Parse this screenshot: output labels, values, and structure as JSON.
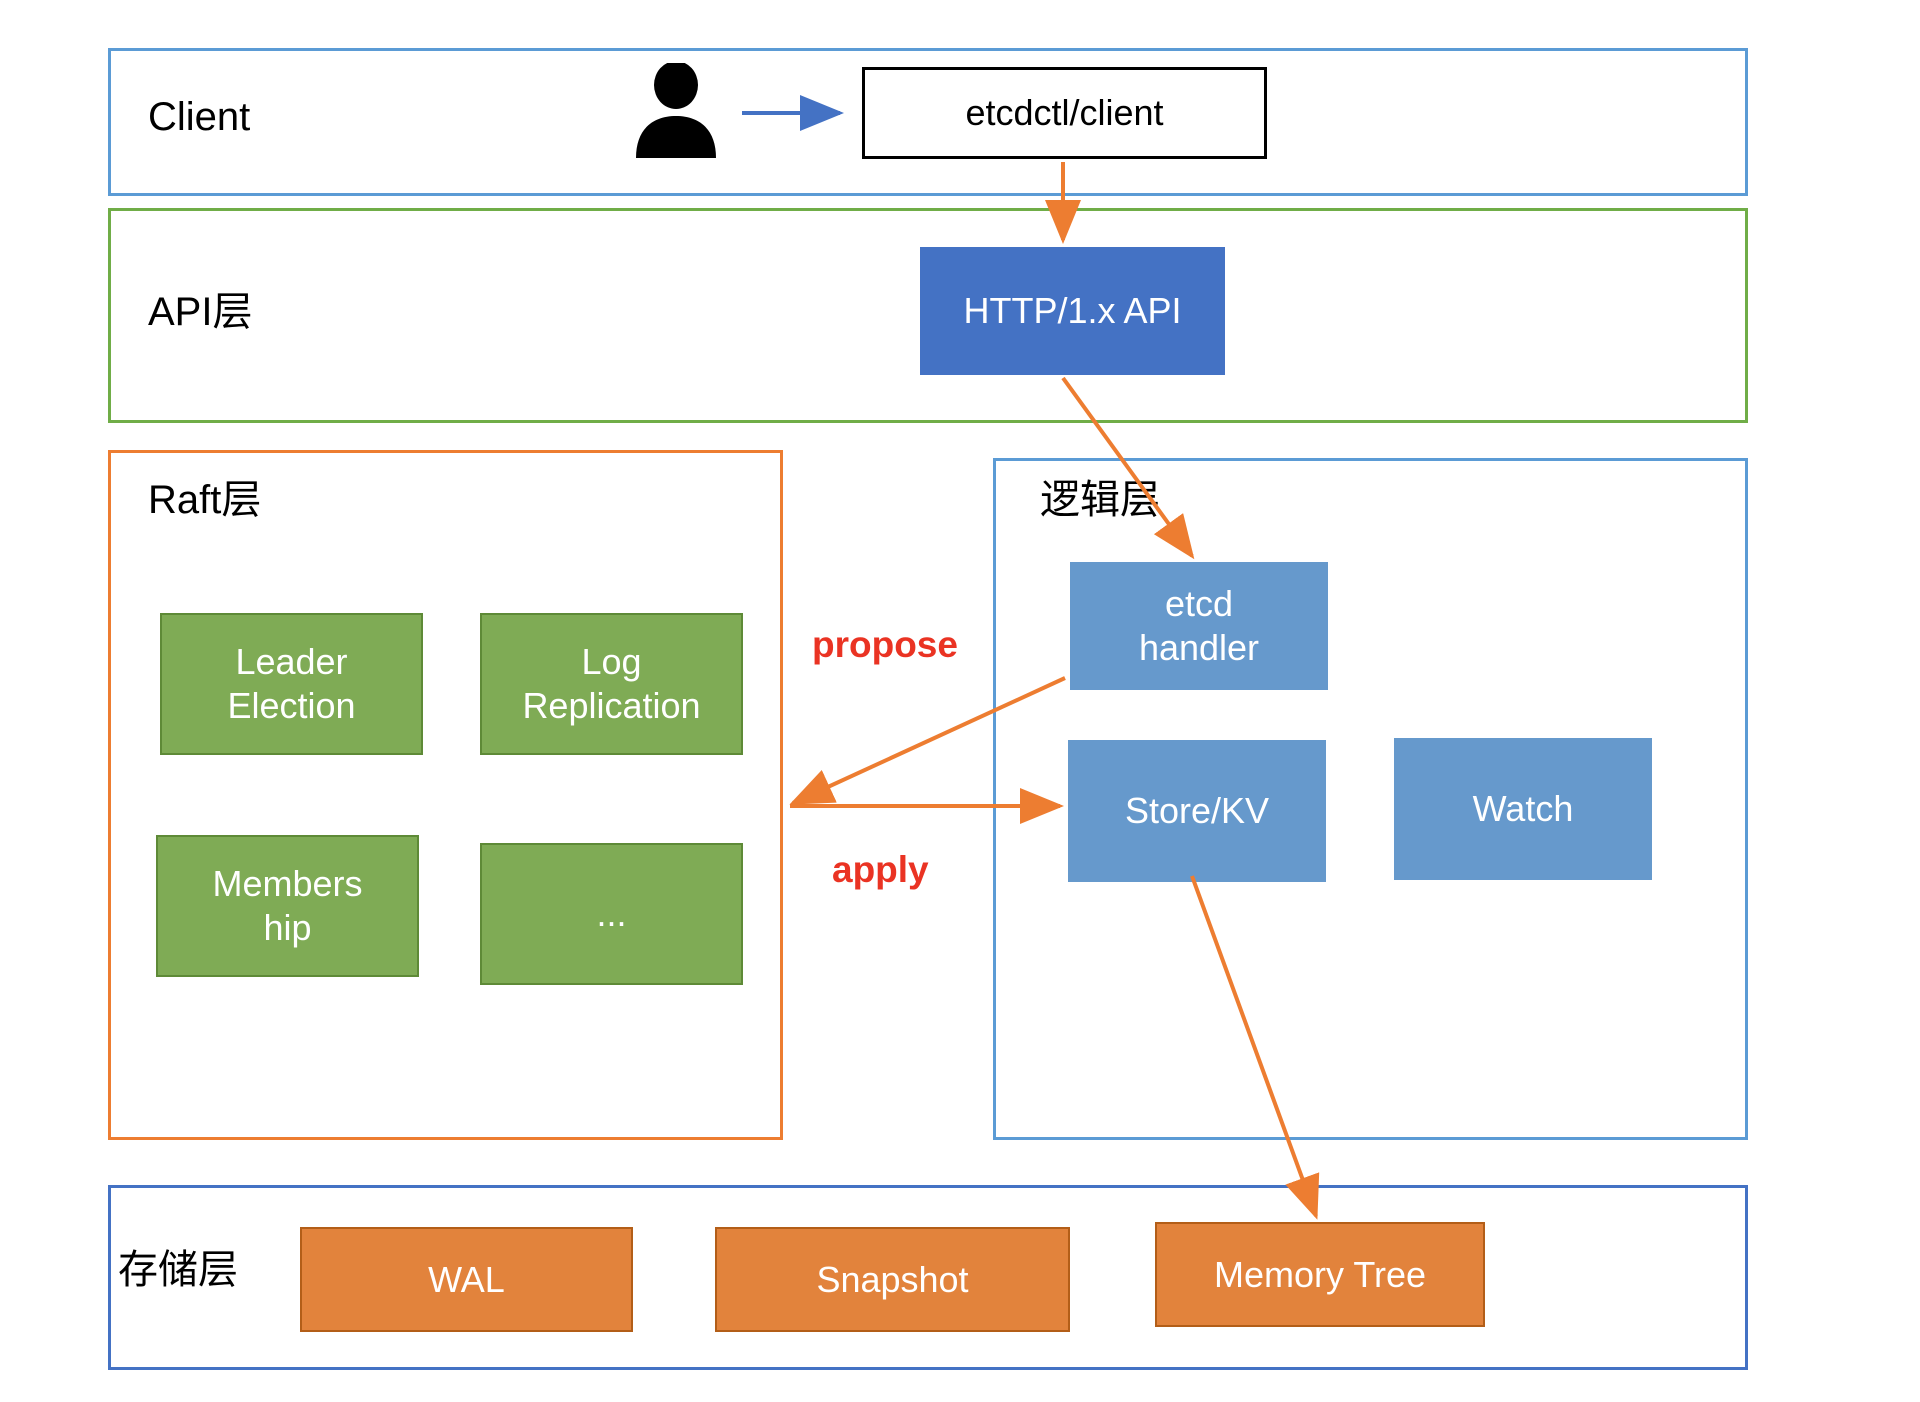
{
  "diagram": {
    "title": "etcd architecture layers",
    "colors": {
      "client_frame": "#5B9BD5",
      "api_frame": "#70AD47",
      "raft_frame": "#ED7D31",
      "logic_frame": "#5B9BD5",
      "storage_frame": "#4472C4",
      "http_api_fill": "#4472C4",
      "logic_node_fill": "#6699CC",
      "raft_node_fill": "#7FAB55",
      "storage_node_fill": "#E2833C",
      "arrow_orange": "#ED7D31",
      "arrow_blue": "#4472C4",
      "edge_label_red": "#EA3323"
    },
    "layers": {
      "client": {
        "title": "Client",
        "person_icon": "person-icon",
        "nodes": [
          {
            "id": "etcdctl",
            "label": "etcdctl/client",
            "style": "white-node"
          }
        ]
      },
      "api": {
        "title": "API层",
        "nodes": [
          {
            "id": "http_api",
            "label": "HTTP/1.x API",
            "style": "darkblue-node"
          }
        ]
      },
      "raft": {
        "title": "Raft层",
        "nodes": [
          {
            "id": "leader_election",
            "label": "Leader\nElection",
            "style": "green-node"
          },
          {
            "id": "log_replication",
            "label": "Log\nReplication",
            "style": "green-node"
          },
          {
            "id": "membership",
            "label": "Members\nhip",
            "style": "green-node"
          },
          {
            "id": "more",
            "label": "...",
            "style": "green-node"
          }
        ]
      },
      "logic": {
        "title": "逻辑层",
        "nodes": [
          {
            "id": "etcd_handler",
            "label": "etcd\nhandler",
            "style": "blue-node"
          },
          {
            "id": "store_kv",
            "label": "Store/KV",
            "style": "blue-node"
          },
          {
            "id": "watch",
            "label": "Watch",
            "style": "blue-node"
          }
        ]
      },
      "storage": {
        "title": "存储层",
        "nodes": [
          {
            "id": "wal",
            "label": "WAL",
            "style": "orange-node"
          },
          {
            "id": "snapshot",
            "label": "Snapshot",
            "style": "orange-node"
          },
          {
            "id": "memory_tree",
            "label": "Memory Tree",
            "style": "orange-node"
          }
        ]
      }
    },
    "edges": [
      {
        "id": "user_to_etcdctl",
        "from": "person",
        "to": "etcdctl",
        "label": "",
        "color": "#4472C4"
      },
      {
        "id": "etcdctl_to_http",
        "from": "etcdctl",
        "to": "http_api",
        "label": "",
        "color": "#ED7D31"
      },
      {
        "id": "http_to_handler",
        "from": "http_api",
        "to": "etcd_handler",
        "label": "",
        "color": "#ED7D31"
      },
      {
        "id": "handler_to_raft",
        "from": "etcd_handler",
        "to": "raft_layer",
        "label": "propose",
        "color": "#ED7D31"
      },
      {
        "id": "raft_to_storekv",
        "from": "raft_layer",
        "to": "store_kv",
        "label": "apply",
        "color": "#ED7D31"
      },
      {
        "id": "storekv_to_memtree",
        "from": "store_kv",
        "to": "memory_tree",
        "label": "",
        "color": "#ED7D31"
      }
    ],
    "edge_labels": {
      "propose": "propose",
      "apply": "apply"
    }
  }
}
